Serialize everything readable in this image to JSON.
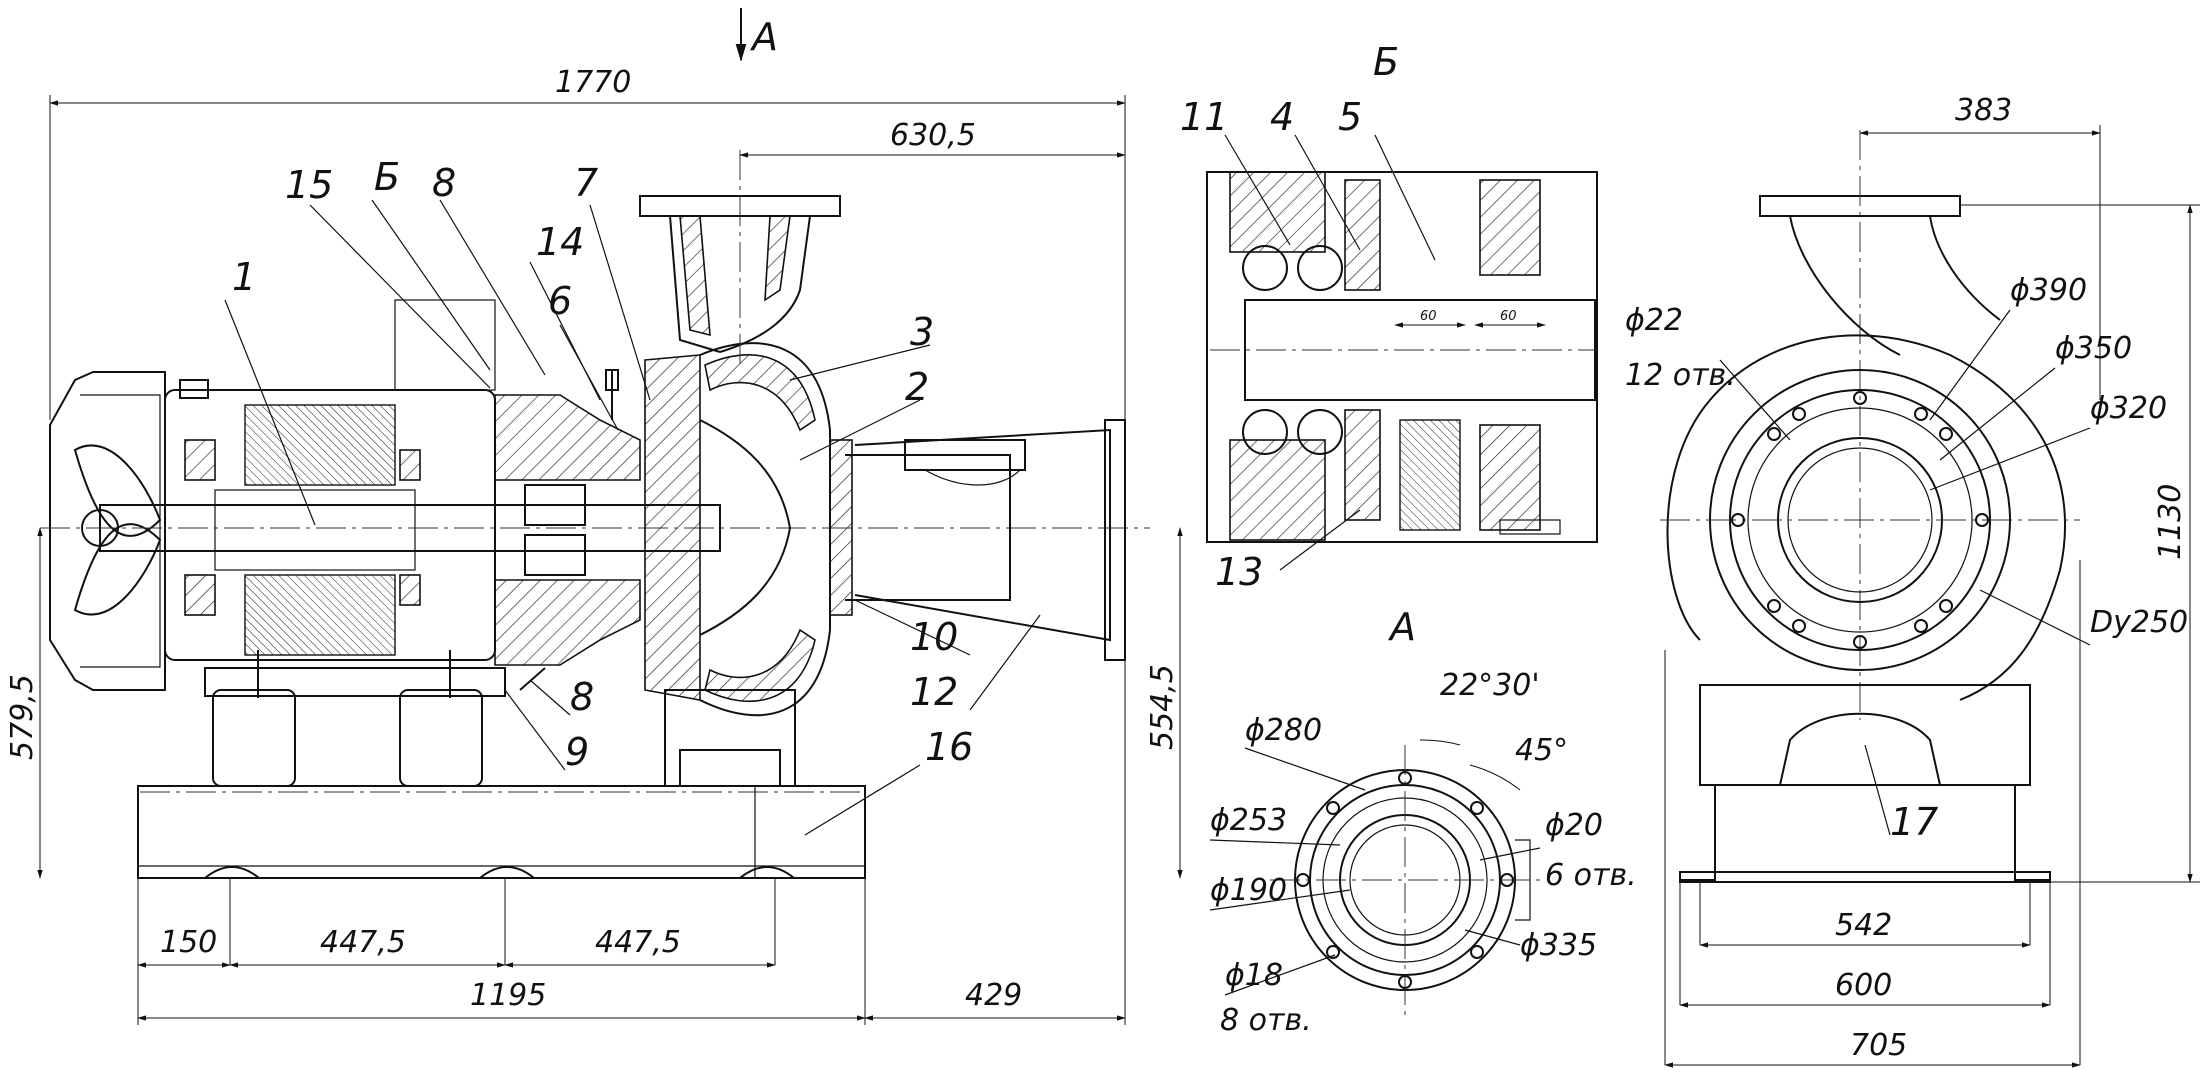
{
  "view_labels": {
    "view_a_arrow": "A",
    "section_b_title": "Б",
    "view_a_title": "A",
    "leader_b": "Б"
  },
  "main_view": {
    "dimensions": {
      "overall_length": "1770",
      "pump_offset": "630,5",
      "height_left": "579,5",
      "height_right": "554,5",
      "base_150": "150",
      "base_447_1": "447,5",
      "base_447_2": "447,5",
      "base_1195": "1195",
      "base_429": "429"
    },
    "callouts": {
      "p1": "1",
      "p15": "15",
      "pb": "Б",
      "p8a": "8",
      "p7": "7",
      "p14": "14",
      "p6": "6",
      "p3": "3",
      "p2": "2",
      "p10": "10",
      "p12": "12",
      "p16": "16",
      "p8b": "8",
      "p9": "9"
    }
  },
  "section_b": {
    "callouts": {
      "p11": "11",
      "p4": "4",
      "p5": "5",
      "p13": "13"
    },
    "dims": {
      "d60a": "60",
      "d60b": "60"
    }
  },
  "view_a": {
    "labels": {
      "phi280": "ϕ280",
      "phi253": "ϕ253",
      "phi190": "ϕ190",
      "phi18": "ϕ18",
      "holes8": "8 отв.",
      "angle": "22°30'",
      "a45": "45°",
      "phi20": "ϕ20",
      "holes6": "6 отв.",
      "phi335": "ϕ335"
    }
  },
  "side_view": {
    "labels": {
      "d383": "383",
      "phi22": "ϕ22",
      "holes12": "12 отв.",
      "phi390": "ϕ390",
      "phi350": "ϕ350",
      "phi320": "ϕ320",
      "h1130": "1130",
      "dy250": "Dy250",
      "p17": "17",
      "w542": "542",
      "w600": "600",
      "w705": "705"
    }
  }
}
